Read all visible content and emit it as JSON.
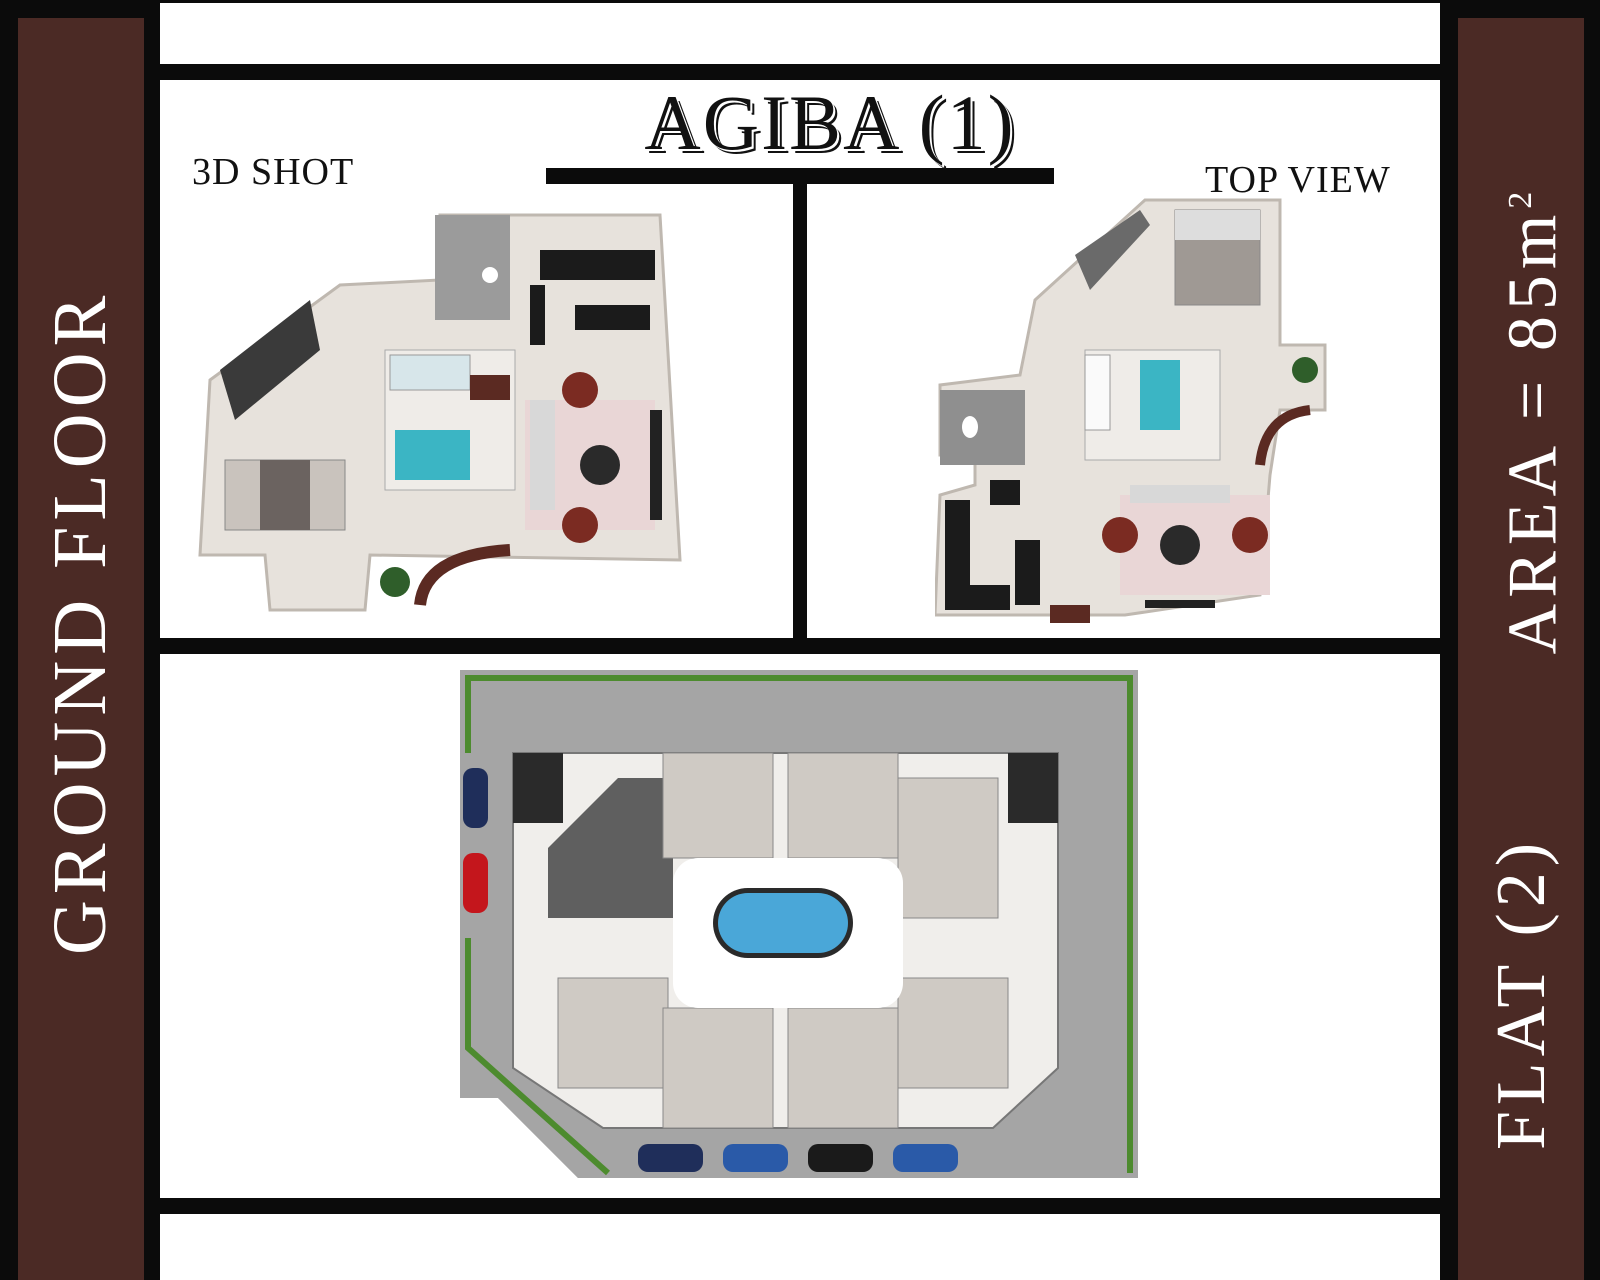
{
  "title": "AGIBA (1)",
  "left_banner": "GROUND FLOOR",
  "right_banner": {
    "flat": "FLAT (2)",
    "area_label": "AREA = 85m",
    "area_superscript": "2"
  },
  "panels": {
    "shot3d_caption": "3D SHOT",
    "topview_caption": "TOP VIEW"
  },
  "colors": {
    "banner": "#4b2a25",
    "frame": "#0b0b0b",
    "accent_teal": "#3bb5c4",
    "rug": "#d9a9a9",
    "wood": "#5b2a22",
    "pool": "#4aa7d8"
  }
}
